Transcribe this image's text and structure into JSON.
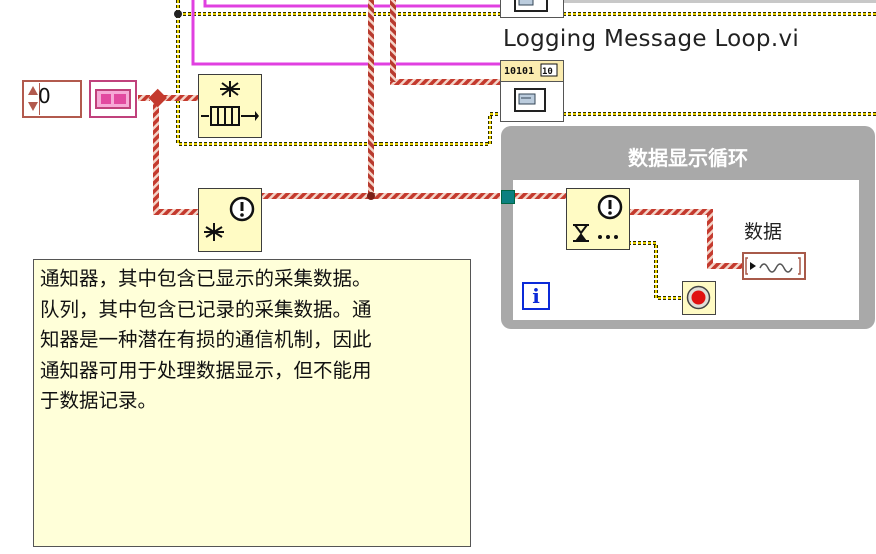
{
  "subvi": {
    "label": "Logging Message Loop.vi"
  },
  "control": {
    "value": "0"
  },
  "comment": {
    "lines": [
      "通知器，其中包含已显示的采集数据。",
      "队列，其中包含已记录的采集数据。通",
      "知器是一种潜在有损的通信机制，因此",
      "通知器可用于处理数据显示，但不能用",
      "于数据记录。"
    ]
  },
  "loop": {
    "title": "数据显示循环",
    "iteration_terminal": "i"
  },
  "indicator": {
    "label": "数据"
  },
  "colors": {
    "notifier_wire": "#c0392b",
    "error_wire": "#c9b200",
    "refnum_wire": "#e040e0",
    "loop_frame": "#a9a9a9",
    "node_fill": "#fffbc4"
  }
}
